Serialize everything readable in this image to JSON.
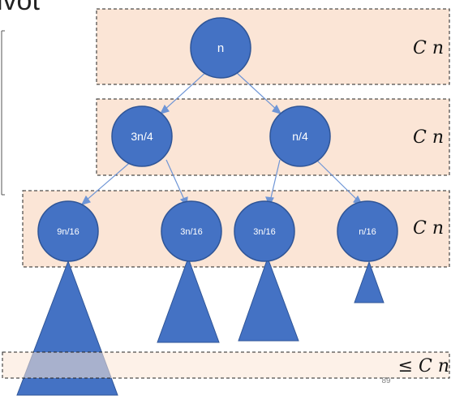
{
  "title_fragment": "ivot",
  "page_number": "89",
  "level_costs": [
    "C n",
    "C n",
    "C n",
    "≤ C n"
  ],
  "nodes": [
    "n",
    "3n/4",
    "n/4",
    "9n/16",
    "3n/16",
    "3n/16",
    "n/16"
  ],
  "colors": {
    "band_fill": "#fbe5d6",
    "node_fill": "#4472c4",
    "node_stroke": "#2f5597",
    "edge": "#6e95d6",
    "triangle_fill": "#4472c4"
  }
}
